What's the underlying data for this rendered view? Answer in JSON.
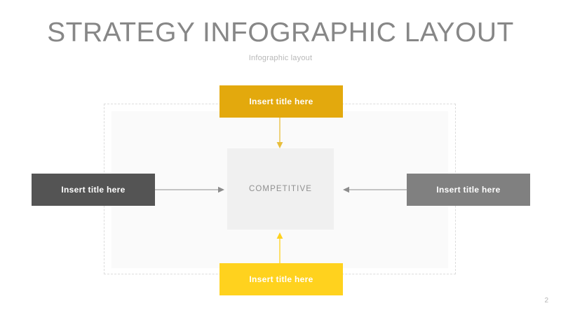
{
  "slide": {
    "title": "STRATEGY INFOGRAPHIC LAYOUT",
    "subtitle": "Infographic layout",
    "page_number": "2",
    "background_color": "#FFFFFF"
  },
  "diagram": {
    "type": "hub-and-spoke",
    "frame": {
      "border_style": "dashed",
      "border_color": "#DCDCDC",
      "panel_fill": "#FAFAFA"
    },
    "center": {
      "label": "COMPETITIVE",
      "fill_color": "#F0F0F0",
      "text_color": "#8F8F8F"
    },
    "nodes": [
      {
        "id": "top",
        "label": "Insert title here",
        "fill_color": "#E3A90D",
        "text_color": "#FFFFFF",
        "position": "top"
      },
      {
        "id": "left",
        "label": "Insert title here",
        "fill_color": "#545454",
        "text_color": "#FFFFFF",
        "position": "left"
      },
      {
        "id": "right",
        "label": "Insert title here",
        "fill_color": "#808080",
        "text_color": "#FFFFFF",
        "position": "right"
      },
      {
        "id": "bottom",
        "label": "Insert title here",
        "fill_color": "#FFD21E",
        "text_color": "#FFFFFF",
        "position": "bottom"
      }
    ],
    "connectors": [
      {
        "id": "top-to-center",
        "direction": "down",
        "color": "#E8BE3C"
      },
      {
        "id": "bottom-to-center",
        "direction": "up",
        "color": "#FFD21E"
      },
      {
        "id": "left-to-center",
        "direction": "right",
        "color": "#8C8C8C"
      },
      {
        "id": "right-to-center",
        "direction": "left",
        "color": "#8C8C8C"
      }
    ]
  }
}
